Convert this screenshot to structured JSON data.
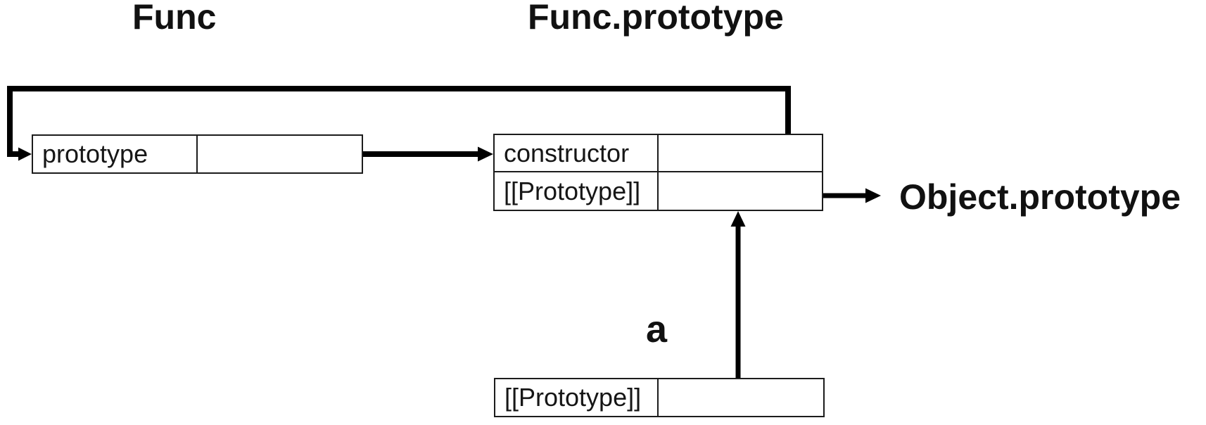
{
  "titles": {
    "func": "Func",
    "func_prototype": "Func.prototype"
  },
  "labels": {
    "a": "a",
    "object_prototype": "Object.prototype"
  },
  "func_box": {
    "rows": [
      {
        "key": "prototype",
        "value": ""
      }
    ]
  },
  "func_prototype_box": {
    "rows": [
      {
        "key": "constructor",
        "value": ""
      },
      {
        "key": "[[Prototype]]",
        "value": ""
      }
    ]
  },
  "a_box": {
    "rows": [
      {
        "key": "[[Prototype]]",
        "value": ""
      }
    ]
  },
  "edges": [
    {
      "from": "Func.prototype slot",
      "to": "Func.prototype object",
      "style": "arrow-right"
    },
    {
      "from": "Func.prototype.constructor slot",
      "to": "Func object",
      "style": "loop-over-top-arrow"
    },
    {
      "from": "Func.prototype.[[Prototype]] slot",
      "to": "Object.prototype",
      "style": "arrow-right"
    },
    {
      "from": "a.[[Prototype]] slot",
      "to": "Func.prototype object",
      "style": "arrow-up"
    }
  ],
  "colors": {
    "line": "#000000",
    "border": "#1c1c1c",
    "text": "#111111",
    "background": "#ffffff"
  }
}
